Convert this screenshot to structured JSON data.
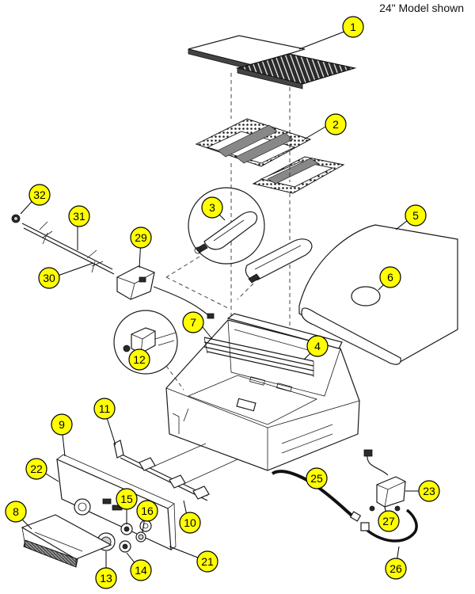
{
  "caption": "24\" Model shown",
  "callouts": [
    {
      "number": "1"
    },
    {
      "number": "2"
    },
    {
      "number": "3"
    },
    {
      "number": "4"
    },
    {
      "number": "5"
    },
    {
      "number": "6"
    },
    {
      "number": "7"
    },
    {
      "number": "8"
    },
    {
      "number": "9"
    },
    {
      "number": "10"
    },
    {
      "number": "11"
    },
    {
      "number": "12"
    },
    {
      "number": "13"
    },
    {
      "number": "14"
    },
    {
      "number": "15"
    },
    {
      "number": "16"
    },
    {
      "number": "21"
    },
    {
      "number": "22"
    },
    {
      "number": "23"
    },
    {
      "number": "25"
    },
    {
      "number": "26"
    },
    {
      "number": "27"
    },
    {
      "number": "29"
    },
    {
      "number": "30"
    },
    {
      "number": "31"
    },
    {
      "number": "32"
    }
  ],
  "colors": {
    "callout_fill": "#ffff00",
    "line": "#1a1a1a"
  }
}
